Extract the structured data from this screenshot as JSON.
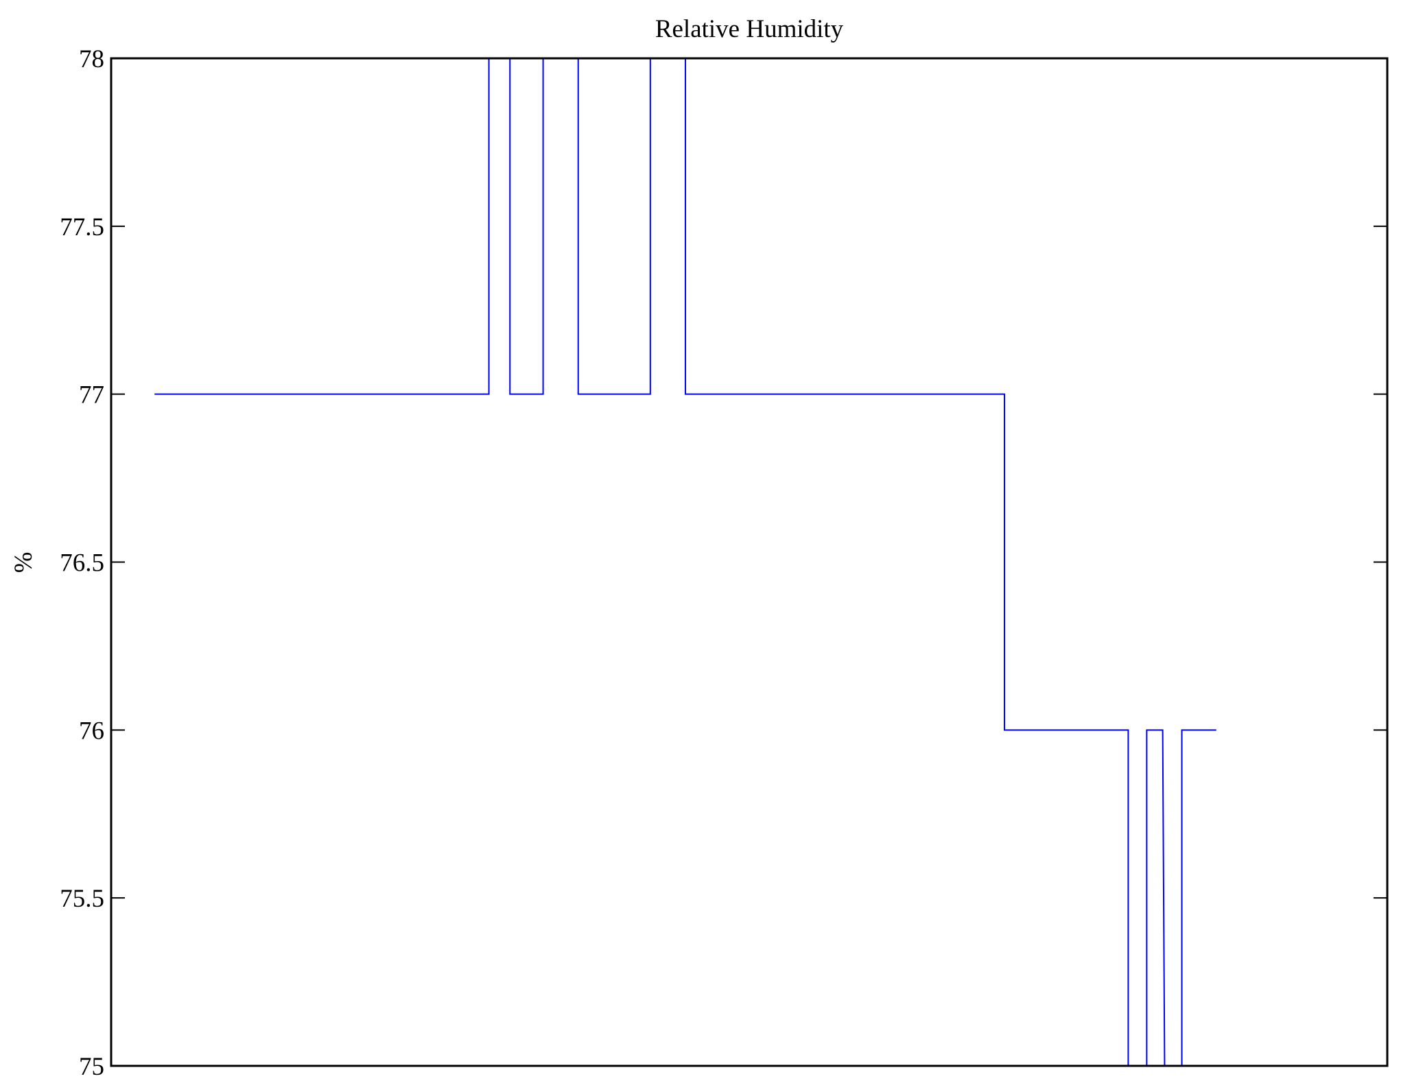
{
  "chart_data": {
    "type": "line",
    "title": "Relative Humidity",
    "xlabel": "",
    "ylabel": "%",
    "xlim": [
      0,
      100
    ],
    "ylim": [
      75,
      78
    ],
    "yticks": [
      75,
      75.5,
      76,
      76.5,
      77,
      77.5,
      78
    ],
    "ytick_labels": [
      "75",
      "75.5",
      "76",
      "76.5",
      "77",
      "77.5",
      "78"
    ],
    "xtick_labels": [],
    "grid": false,
    "line_color": "#0000ff",
    "series": [
      {
        "name": "Relative Humidity",
        "points": [
          [
            3.4,
            77
          ],
          [
            29.6,
            77
          ],
          [
            29.6,
            78
          ],
          [
            31.25,
            78
          ],
          [
            31.25,
            77
          ],
          [
            33.85,
            77
          ],
          [
            33.85,
            78
          ],
          [
            36.6,
            78
          ],
          [
            36.6,
            77
          ],
          [
            42.25,
            77
          ],
          [
            42.25,
            78
          ],
          [
            45.0,
            78
          ],
          [
            45.0,
            77
          ],
          [
            70.0,
            77
          ],
          [
            70.0,
            76
          ],
          [
            79.7,
            76
          ],
          [
            79.7,
            75
          ],
          [
            81.15,
            75
          ],
          [
            81.15,
            76
          ],
          [
            82.4,
            76
          ],
          [
            82.55,
            75
          ],
          [
            83.9,
            75
          ],
          [
            83.9,
            76
          ],
          [
            86.6,
            76
          ]
        ]
      }
    ]
  }
}
